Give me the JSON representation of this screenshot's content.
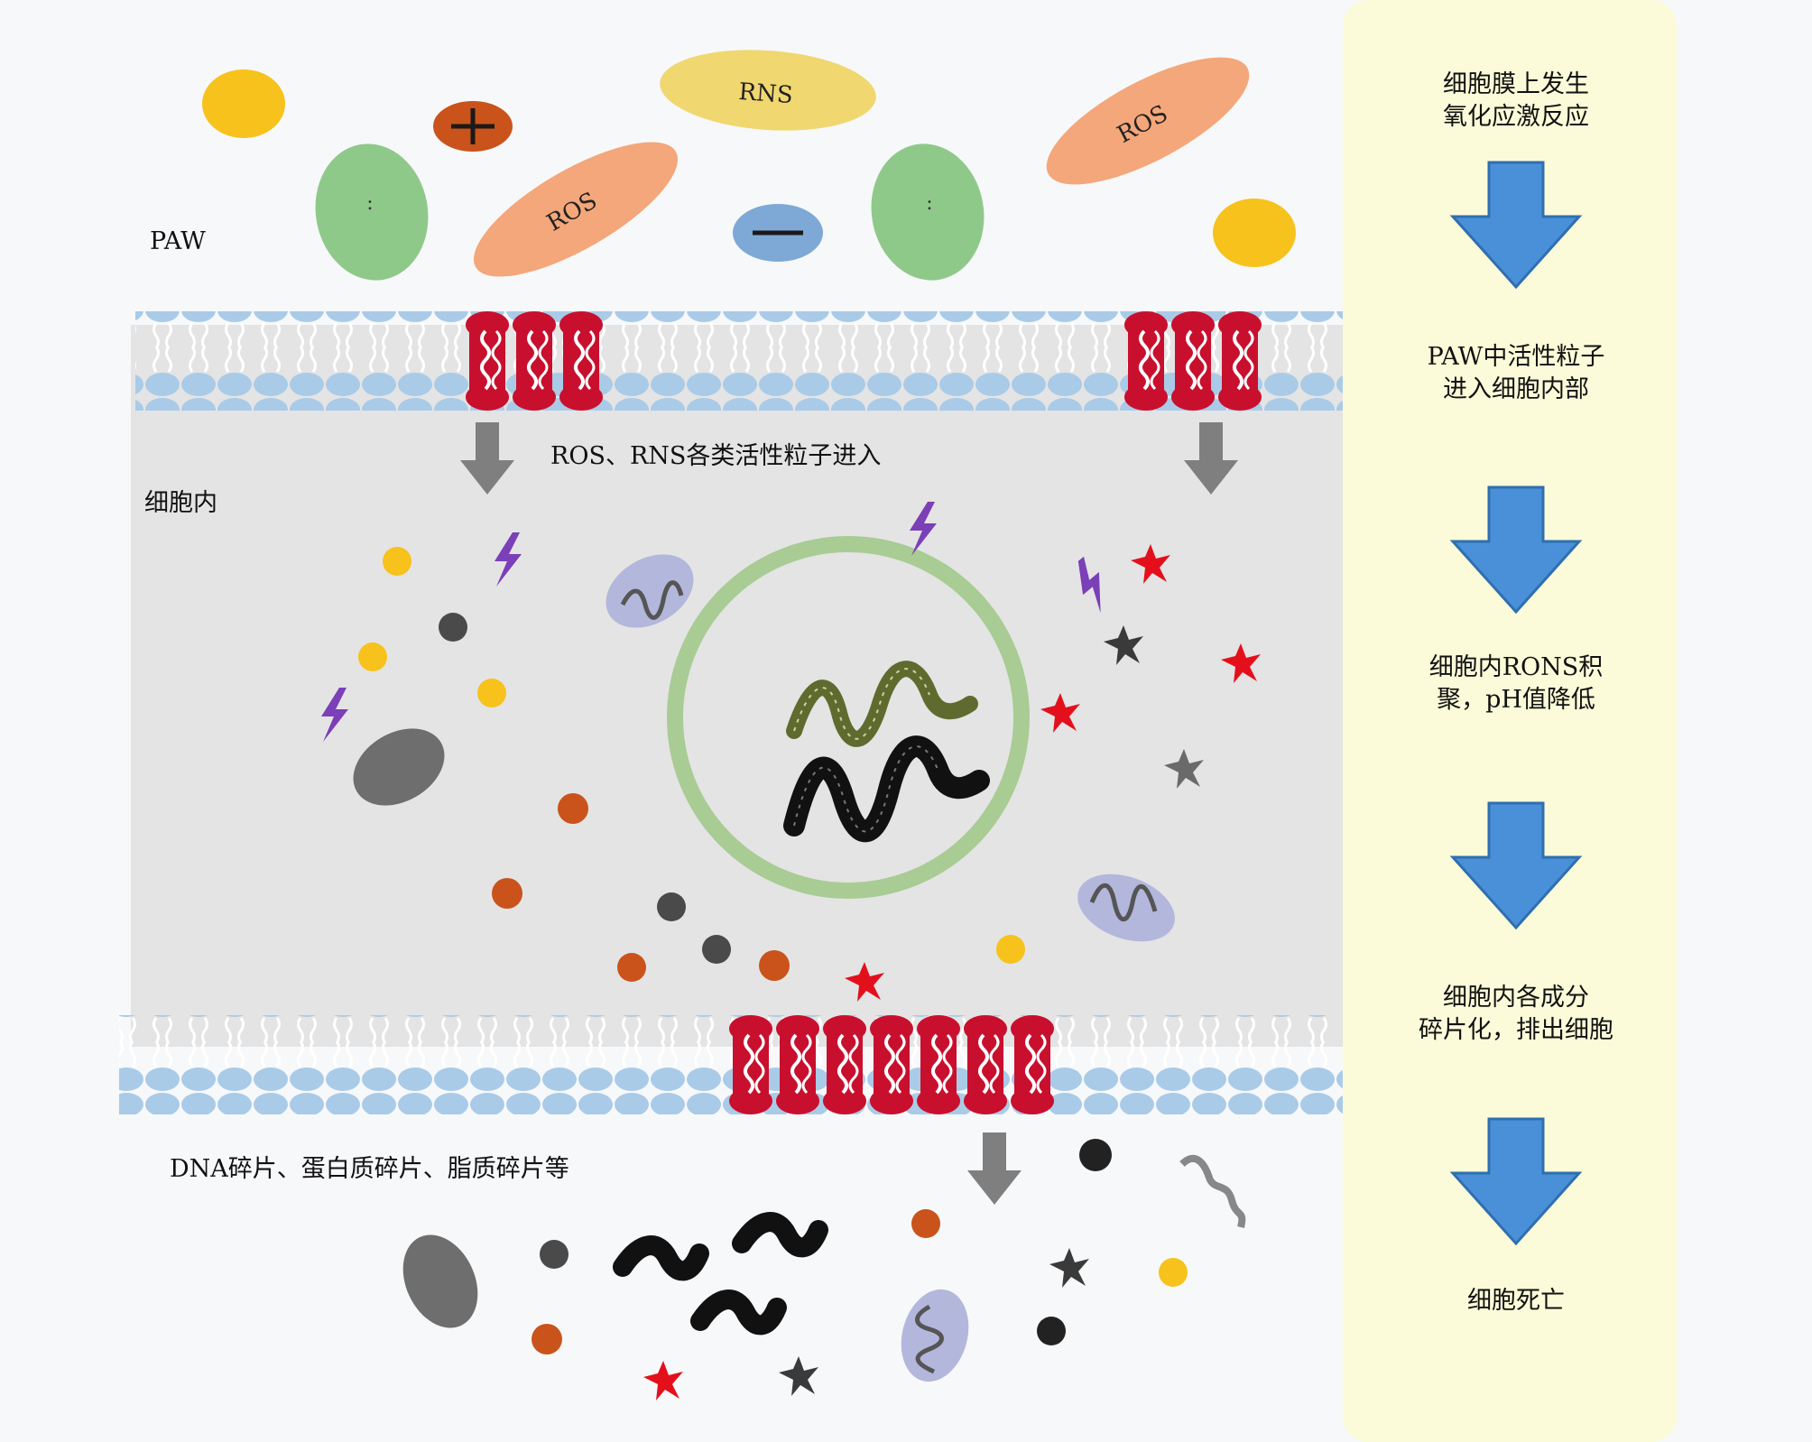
{
  "labels": {
    "paw": "PAW",
    "intracellular": "细胞内",
    "entry": "ROS、RNS各类活性粒子进入",
    "fragments": "DNA碎片、蛋白质碎片、脂质碎片等"
  },
  "species": {
    "rns": "RNS",
    "ros": "ROS"
  },
  "sidebar": {
    "steps": [
      [
        "细胞膜上发生",
        "氧化应激反应"
      ],
      [
        "PAW中活性粒子",
        "进入细胞内部"
      ],
      [
        "细胞内RONS积",
        "聚，pH值降低"
      ],
      [
        "细胞内各成分",
        "碎片化，排出细胞"
      ],
      [
        "细胞死亡"
      ]
    ]
  },
  "colors": {
    "membrane_head": "#a9cbe8",
    "channel": "#c8102e",
    "cell_interior": "#e4e4e4",
    "sidebar_bg": "#fbfbd9",
    "process_arrow": "#4a90d9",
    "entry_arrow": "#7f7f7f",
    "ros": "#f4a77a",
    "rns": "#f0d770",
    "radical": "#8fc98a",
    "nucleus_ring": "#a8cc94"
  }
}
